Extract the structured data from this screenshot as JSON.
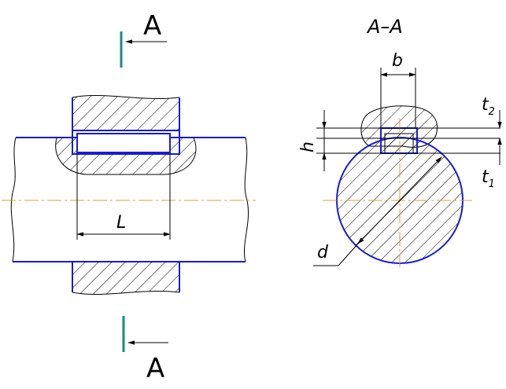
{
  "labels": {
    "cut_top": "A",
    "cut_bottom": "A",
    "section_title": "A–A",
    "dim_L": "L",
    "dim_b": "b",
    "dim_h": "h",
    "dim_d": "d",
    "dim_t2_main": "t",
    "dim_t2_sub": "2",
    "dim_t1_main": "t",
    "dim_t1_sub": "1"
  },
  "colors": {
    "outline": "#1a1ad6",
    "axis": "#d4a23a",
    "cut_marker": "#178c86"
  }
}
